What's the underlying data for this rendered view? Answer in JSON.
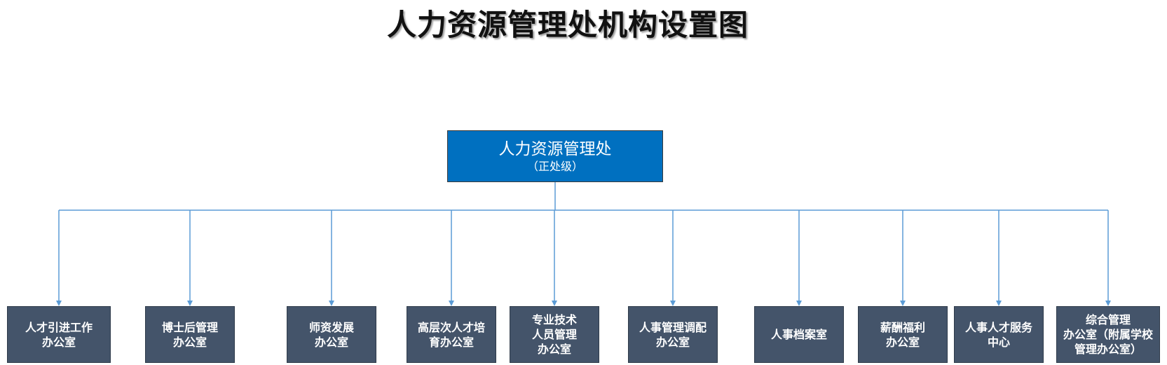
{
  "title": "人力资源管理处机构设置图",
  "root": {
    "name": "人力资源管理处",
    "level": "（正处级）"
  },
  "departments": [
    {
      "label": "人才引进工作\n办公室"
    },
    {
      "label": "博士后管理\n办公室"
    },
    {
      "label": "师资发展\n办公室"
    },
    {
      "label": "高层次人才培\n育办公室"
    },
    {
      "label": "专业技术\n人员管理\n办公室"
    },
    {
      "label": "人事管理调配\n办公室"
    },
    {
      "label": "人事档案室"
    },
    {
      "label": "薪酬福利\n办公室"
    },
    {
      "label": "人事人才服务\n中心"
    },
    {
      "label": "综合管理\n办公室（附属学校\n管理办公室）"
    }
  ],
  "colors": {
    "root_fill": "#0070c0",
    "dept_fill": "#44546a",
    "connector": "#5b9bd5"
  }
}
